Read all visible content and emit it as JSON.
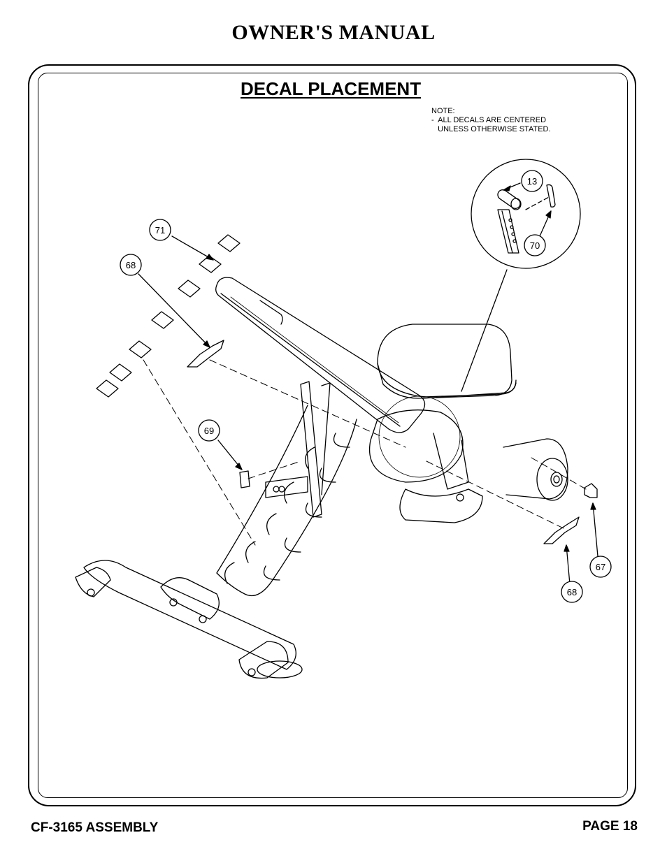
{
  "header": {
    "title": "OWNER'S MANUAL"
  },
  "section": {
    "title": "DECAL PLACEMENT"
  },
  "note": "NOTE:\n-  ALL DECALS ARE CENTERED\n   UNLESS OTHERWISE STATED.",
  "callouts": [
    "13",
    "70",
    "71",
    "68",
    "69",
    "67",
    "68"
  ],
  "footer": {
    "model": "CF-3165 ASSEMBLY",
    "page": "PAGE 18"
  }
}
